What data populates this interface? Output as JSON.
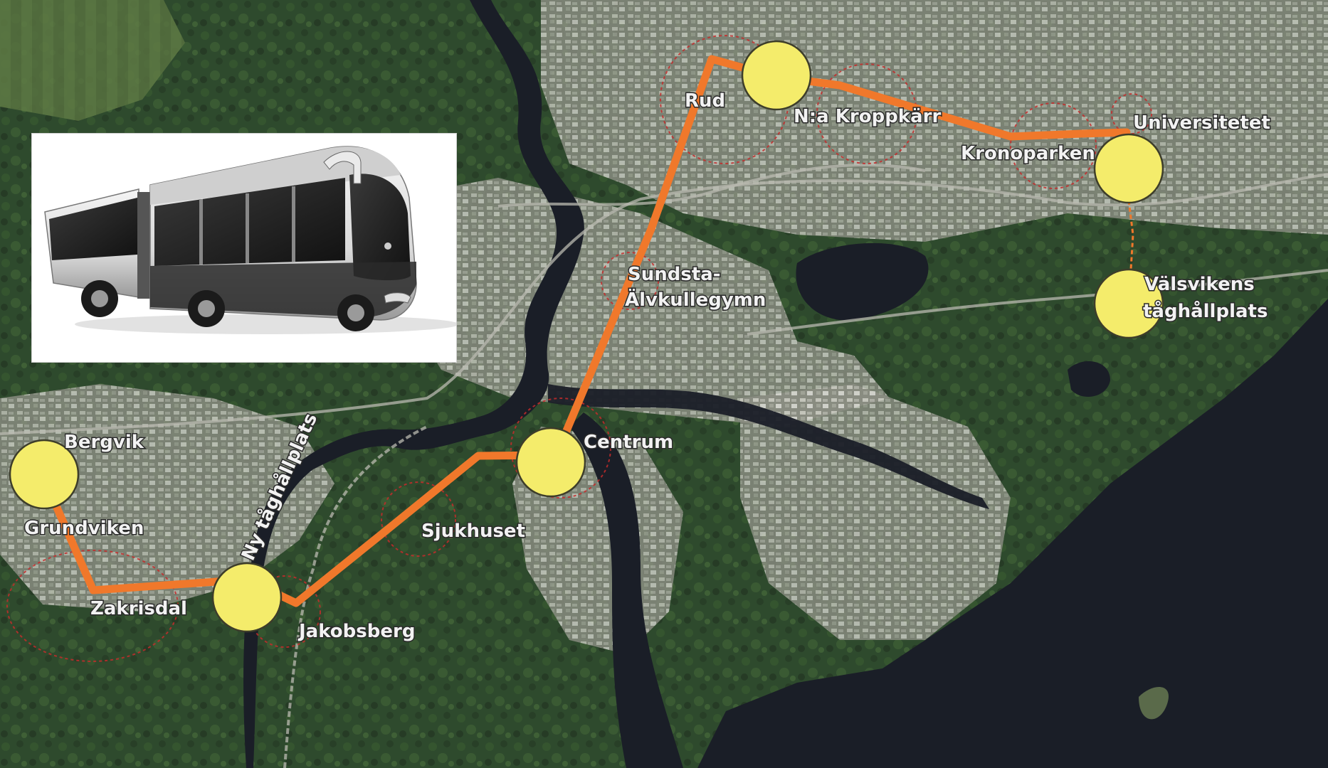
{
  "map": {
    "stops": [
      {
        "id": "bergvik",
        "label": "Bergvik"
      },
      {
        "id": "grundviken",
        "label": "Grundviken"
      },
      {
        "id": "zakrisdal",
        "label": "Zakrisdal"
      },
      {
        "id": "jakobsberg",
        "label": "Jakobsberg"
      },
      {
        "id": "ny-taghallplats",
        "label": "Ny tåghållplats"
      },
      {
        "id": "sjukhuset",
        "label": "Sjukhuset"
      },
      {
        "id": "centrum",
        "label": "Centrum"
      },
      {
        "id": "sundsta",
        "label_line1": "Sundsta-",
        "label_line2": "Älvkullegymn"
      },
      {
        "id": "rud",
        "label": "Rud"
      },
      {
        "id": "kroppkarr",
        "label": "N:a Kroppkärr"
      },
      {
        "id": "kronoparken",
        "label": "Kronoparken"
      },
      {
        "id": "universitetet",
        "label": "Universitetet"
      },
      {
        "id": "valsviken",
        "label_line1": "Välsvikens",
        "label_line2": "tåghållplats"
      }
    ],
    "colors": {
      "route": "#f0782b",
      "stop_fill": "#f4ec6b",
      "zone_outline": "#c42b2b",
      "label_text": "#f2f2f2",
      "water": "#1a1e27",
      "forest": "#2e4a2d"
    },
    "icons": [
      "bus-illustration"
    ]
  }
}
